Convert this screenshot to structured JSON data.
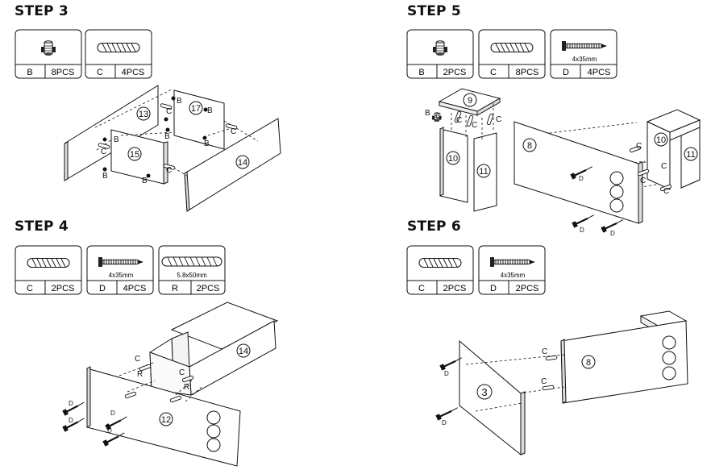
{
  "steps": [
    {
      "title": "STEP 3",
      "parts": [
        {
          "letter": "B",
          "qty": "8PCS",
          "icon": "cam-lock-icon",
          "size": ""
        },
        {
          "letter": "C",
          "qty": "4PCS",
          "icon": "wooden-dowel-icon",
          "size": ""
        }
      ],
      "panels": [
        "13",
        "17",
        "15",
        "14"
      ],
      "callouts": {
        "b": "B",
        "c": "C"
      }
    },
    {
      "title": "STEP 4",
      "parts": [
        {
          "letter": "C",
          "qty": "2PCS",
          "icon": "wooden-dowel-icon",
          "size": ""
        },
        {
          "letter": "D",
          "qty": "4PCS",
          "icon": "screw-icon",
          "size": "4x35mm"
        },
        {
          "letter": "R",
          "qty": "2PCS",
          "icon": "large-dowel-icon",
          "size": "5.8x50mm"
        }
      ],
      "panels": [
        "14",
        "12"
      ],
      "callouts": {
        "c": "C",
        "r": "R",
        "d": "D"
      }
    },
    {
      "title": "STEP 5",
      "parts": [
        {
          "letter": "B",
          "qty": "2PCS",
          "icon": "cam-lock-icon",
          "size": ""
        },
        {
          "letter": "C",
          "qty": "8PCS",
          "icon": "wooden-dowel-icon",
          "size": ""
        },
        {
          "letter": "D",
          "qty": "4PCS",
          "icon": "screw-icon",
          "size": "4x35mm"
        }
      ],
      "panels": [
        "9",
        "10",
        "11",
        "8",
        "10",
        "11"
      ],
      "callouts": {
        "b": "B",
        "c": "C",
        "d": "D"
      }
    },
    {
      "title": "STEP 6",
      "parts": [
        {
          "letter": "C",
          "qty": "2PCS",
          "icon": "wooden-dowel-icon",
          "size": ""
        },
        {
          "letter": "D",
          "qty": "2PCS",
          "icon": "screw-icon",
          "size": "4x35mm"
        }
      ],
      "panels": [
        "3",
        "8"
      ],
      "callouts": {
        "c": "C",
        "d": "D"
      }
    }
  ]
}
